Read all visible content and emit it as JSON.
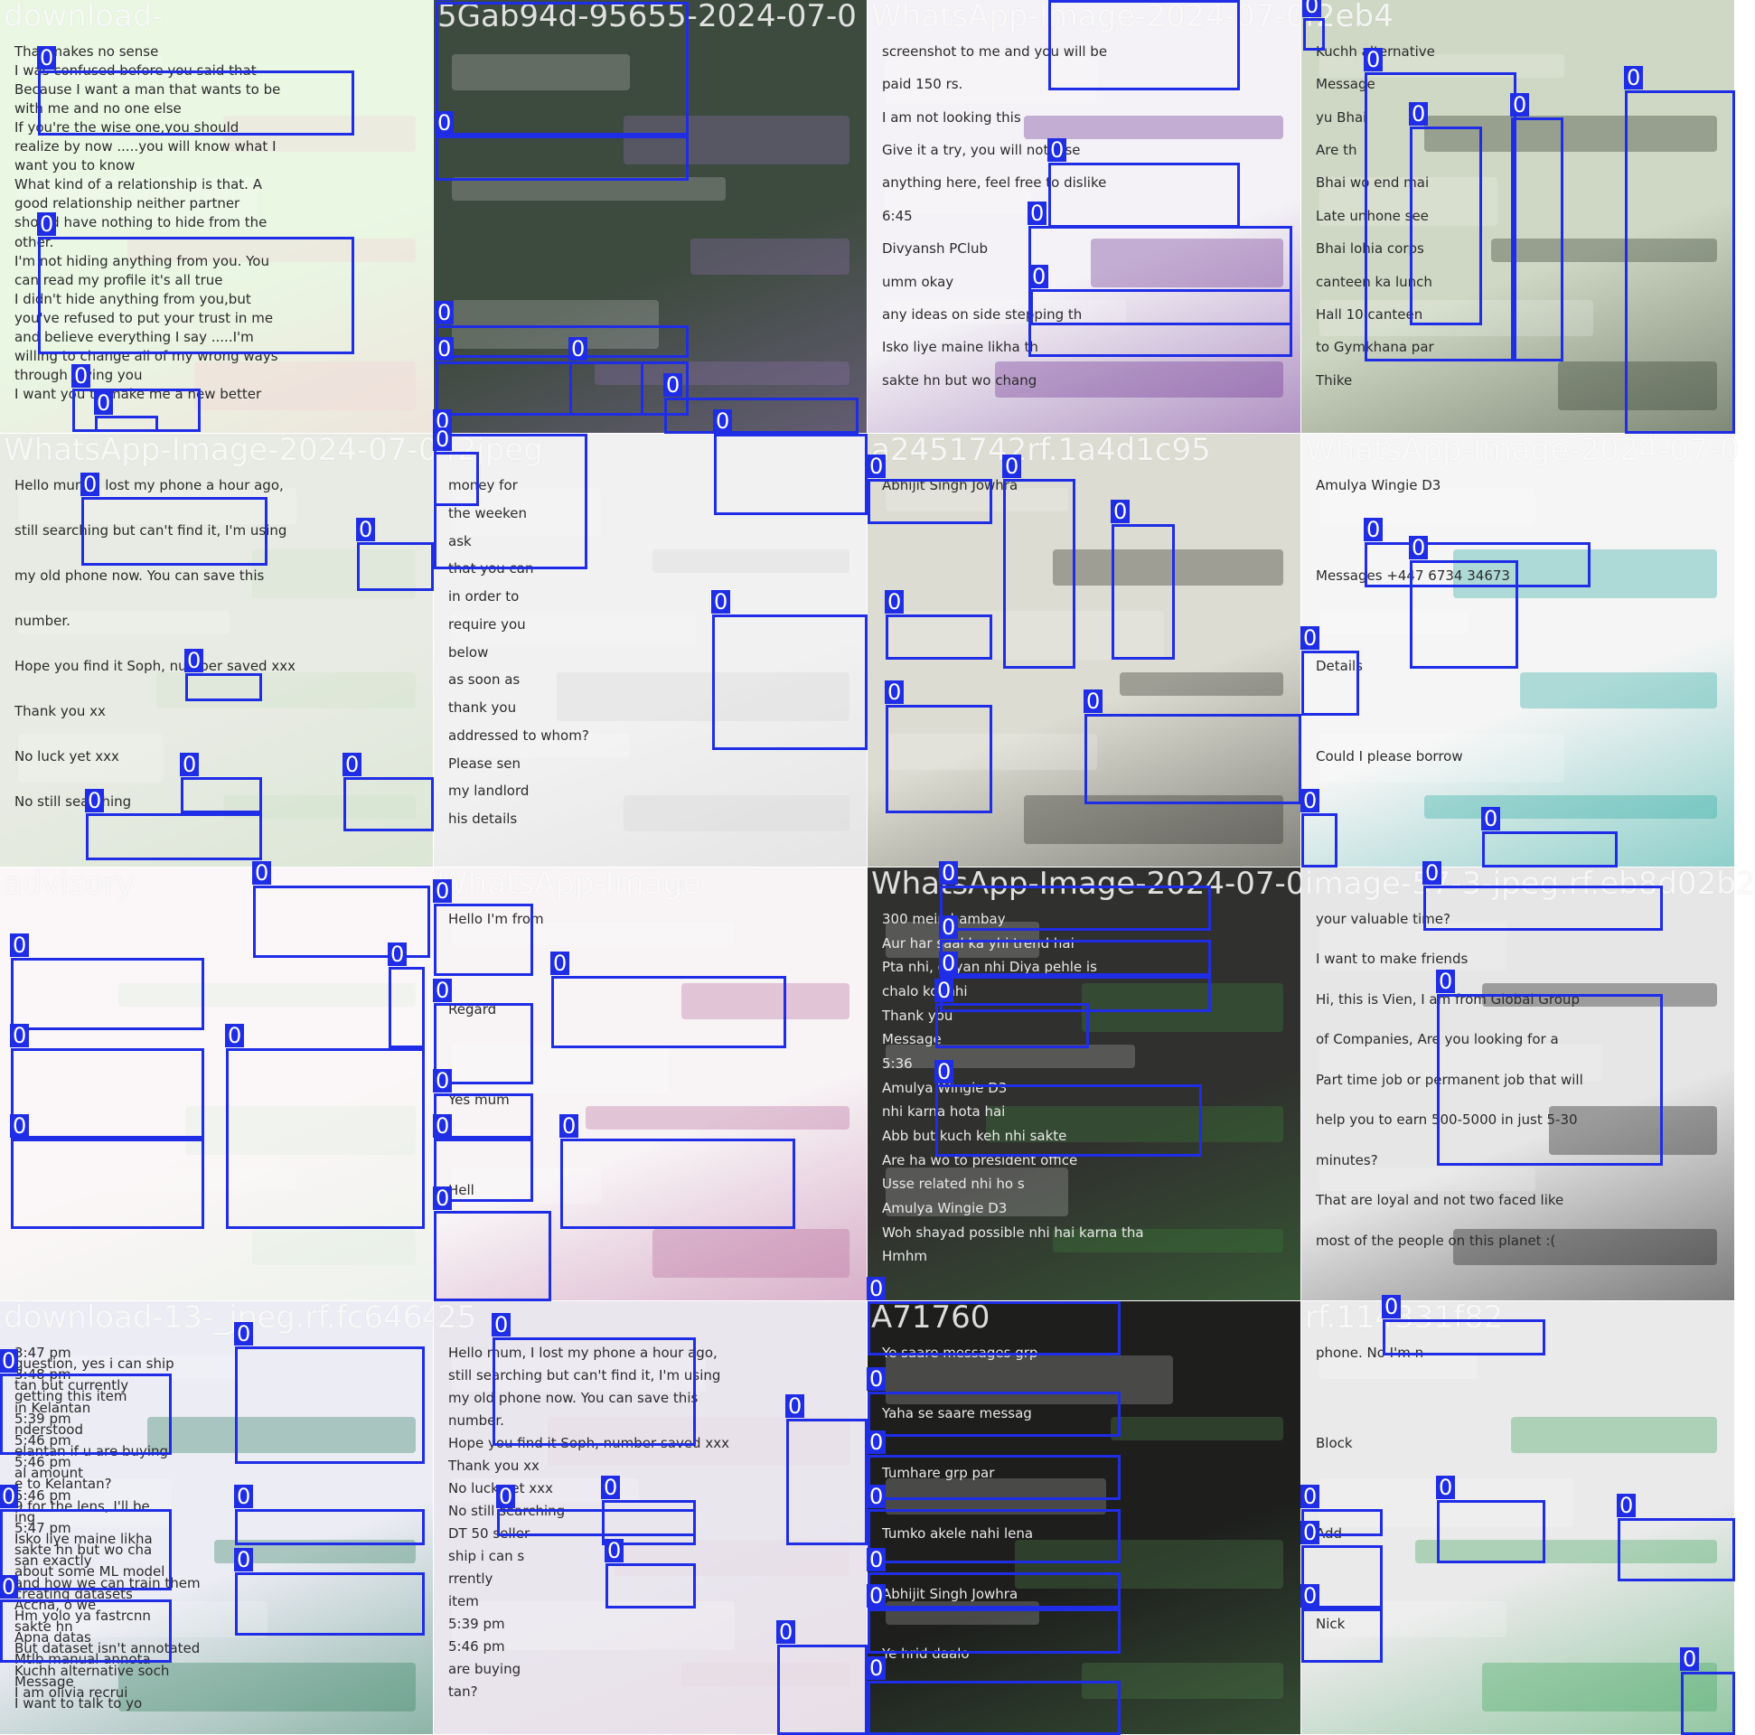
{
  "box_label": "0",
  "box_color": "#1f2de6",
  "tiles": [
    {
      "title": "download-",
      "bg": "#e9f7e3",
      "accent": "#f3d3d6",
      "lines": [
        "That makes no sense",
        "I was confused before you said that",
        "Because I want a man that wants to be",
        "with me and no one else",
        "If you're the wise one,you should",
        "realize by now .....you will know what I",
        "want you to know",
        "What kind of a relationship is that. A",
        "good relationship neither partner",
        "should have nothing to hide from the",
        "other.",
        "I'm not hiding anything from you. You",
        "can read my profile it's all true",
        "I didn't hide anything from you,but",
        "you've refused to put your trust in me",
        "and believe everything I say .....I'm",
        "willing to change all of my wrong ways",
        "through loving you",
        "I want you to make me a new better"
      ]
    },
    {
      "title": "5Gab94d-95655-2024-07-0",
      "bg": "#3d4a3e",
      "accent": "#8a6fa8",
      "lines": []
    },
    {
      "title": "WhatsApp-Image-2024-07-0",
      "bg": "#f4f2f6",
      "accent": "#6a2f8e",
      "lines": [
        "screenshot to me and you will be",
        "paid 150 rs.",
        "I am not looking this",
        "Give it a try, you will not lose",
        "anything here, feel free to dislike",
        "6:45",
        "Divyansh PClub",
        "umm okay",
        "any ideas on side stepping th",
        "Isko liye maine likha th",
        "sakte hn but wo chang"
      ]
    },
    {
      "title": "f2eb4",
      "bg": "#cfd8c4",
      "accent": "#2f3a2c",
      "lines": [
        "Kuchh alternative",
        "Message",
        "yu Bhai",
        "Are th",
        "Bhai wo end mai",
        "Late unhone see",
        "Bhai lohia corps",
        "canteen ka lunch",
        "Hall 10 canteen",
        "to Gymkhana par",
        "Thike"
      ]
    },
    {
      "title": "WhatsApp-Image-2024-07-0",
      "bg": "#e8ebe3",
      "accent": "#cfe2c8",
      "lines": [
        "Hello mum, I lost my phone a hour ago,",
        "still searching but can't find it, I'm using",
        "my old phone now. You can save this",
        "number.",
        "Hope you find it Soph, number saved xxx",
        "Thank you xx",
        "No luck yet xxx",
        "No still searching"
      ]
    },
    {
      "title": "42jpeg",
      "bg": "#f1f1f1",
      "accent": "#d8d8d8",
      "lines": [
        "money for",
        "the weeken",
        "ask",
        "that you can",
        "in order to",
        "require you",
        "below",
        "as soon as",
        "thank you",
        "addressed to whom?",
        "Please sen",
        "my landlord",
        "his details"
      ]
    },
    {
      "title": "a2451742rf.1a4d1c95",
      "bg": "#dcdcd2",
      "accent": "#2c2a26",
      "lines": [
        "Abhijit Singh Jowhra"
      ]
    },
    {
      "title": "WhatsApp-Image-2024-07-0",
      "bg": "#f5f5f5",
      "accent": "#27a9a0",
      "lines": [
        "Amulya Wingie D3",
        "Messages +447 6734 34673",
        "Details",
        "Could I please borrow"
      ]
    },
    {
      "title": "advisory",
      "bg": "#fbf6f7",
      "accent": "#dfeee0",
      "lines": []
    },
    {
      "title": "WhatsApp-Image",
      "bg": "#f8f4f6",
      "accent": "#b86a9c",
      "lines": [
        "Hello I'm from",
        "Regard",
        "Yes mum",
        "Hell"
      ]
    },
    {
      "title": "WhatsApp-Image-2024-07-0",
      "bg": "#30302e",
      "accent": "#3c7a3a",
      "lines": [
        "300 mein bambay",
        "Aur har saal ka yhi trend hai",
        "Pta nhi, dhyan nhi Diya pehle is",
        "chalo koi nhi",
        "Thank you",
        "Message",
        "5:36",
        "Amulya Wingie D3",
        "nhi karna hota hai",
        "Abb but kuch keh nhi sakte",
        "Are ha wo to president office",
        "Usse related nhi ho s",
        "Amulya Wingie D3",
        "Woh shayad possible nhi hai karna tha",
        "Hmhm"
      ]
    },
    {
      "title": "image-57-3-jpeg.rf.eb8d02b2",
      "bg": "#e6e6e6",
      "accent": "#111111",
      "lines": [
        "your valuable time?",
        "I want to make friends",
        "Hi, this is Vien, I am from Global Group",
        "of Companies, Are you looking for a",
        "Part time job or permanent job that will",
        "help you to earn 500-5000 in just 5-30",
        "minutes?",
        "That are loyal and not two faced like",
        "most of the people on this planet :("
      ]
    },
    {
      "title": "download-13-_jpeg.rf.fc6464",
      "bg": "#ececf4",
      "accent": "#2e7d5b",
      "lines": [
        "3:47 pm",
        "question, yes i can ship",
        "3:48 pm",
        "tan but currently",
        "getting this item",
        "in Kelantan",
        "5:39 pm",
        "nderstood",
        "5:46 pm",
        "elantan if u are buying",
        "5:46 pm",
        "al amount",
        "e to Kelantan?",
        "5:46 pm",
        "9 for the lens, I'll be",
        "ing",
        "5:47 pm",
        "Isko liye maine likha",
        "sakte hn but wo cha",
        "san exactly",
        "about some ML model",
        "and how we can train them",
        "creating datasets",
        "Accha, o we",
        "Hm yolo ya fastrcnn",
        "sakte hn",
        "Apna datas",
        "But dataset isn't annotated",
        "Mtlb manual annota",
        "Kuchh alternative soch",
        "Message",
        "I am olivia recrui",
        "I want to talk to yo"
      ]
    },
    {
      "title": "25",
      "bg": "#e9e6ee",
      "accent": "#e8d6df",
      "lines": [
        "Hello mum, I lost my phone a hour ago,",
        "still searching but can't find it, I'm using",
        "my old phone now. You can save this",
        "number.",
        "Hope you find it Soph, number saved xxx",
        "Thank you xx",
        "No luck yet xxx",
        "No still searching",
        "DT 50 seller",
        "ship i can s",
        "rrently",
        "item",
        "5:39 pm",
        "5:46 pm",
        "are buying",
        "tan?"
      ]
    },
    {
      "title": "A71760",
      "bg": "#1e1f1d",
      "accent": "#4c7a4a",
      "lines": [
        "Ye saare messages grp",
        "Yaha se saare messag",
        "Tumhare grp par",
        "Tumko akele nahi lena",
        "Abhijit Singh Jowhra",
        "Ye hrid daalo"
      ]
    },
    {
      "title": "rf.114331f82",
      "bg": "#eaeaea",
      "accent": "#3aa45a",
      "lines": [
        "phone. No I'm n",
        "Block",
        "Add",
        "Nick"
      ]
    }
  ]
}
